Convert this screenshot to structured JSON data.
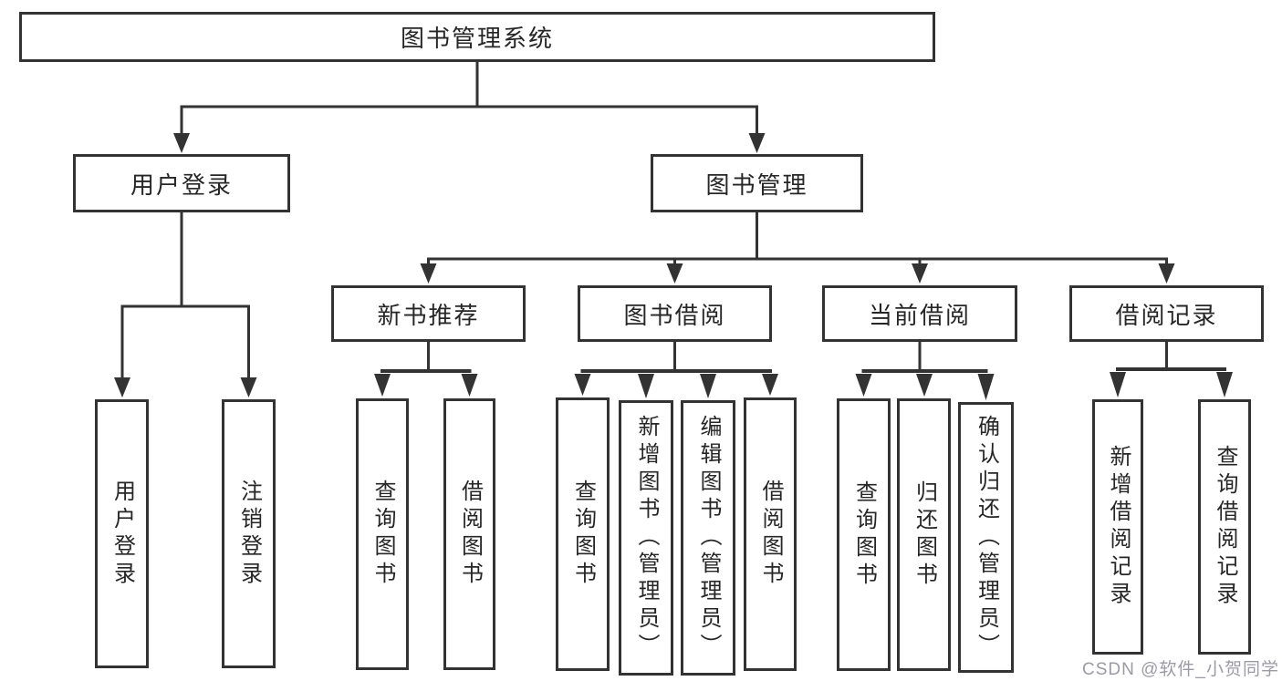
{
  "tree": {
    "root": {
      "label": "图书管理系统"
    },
    "user_login": {
      "label": "用户登录",
      "children": [
        {
          "label": "用户登录"
        },
        {
          "label": "注销登录"
        }
      ]
    },
    "book_management": {
      "label": "图书管理",
      "sections": [
        {
          "label": "新书推荐",
          "children": [
            {
              "label": "查询图书"
            },
            {
              "label": "借阅图书"
            }
          ]
        },
        {
          "label": "图书借阅",
          "children": [
            {
              "label": "查询图书"
            },
            {
              "label": "新增图书（管理员）"
            },
            {
              "label": "编辑图书（管理员）"
            },
            {
              "label": "借阅图书"
            }
          ]
        },
        {
          "label": "当前借阅",
          "children": [
            {
              "label": "查询图书"
            },
            {
              "label": "归还图书"
            },
            {
              "label": "确认归还（管理员）"
            }
          ]
        },
        {
          "label": "借阅记录",
          "children": [
            {
              "label": "新增借阅记录"
            },
            {
              "label": "查询借阅记录"
            }
          ]
        }
      ]
    }
  },
  "watermark": "CSDN @软件_小贺同学",
  "colors": {
    "line": "#333333",
    "text": "#262626",
    "watermark": "#9b9ba3",
    "background": "#ffffff"
  }
}
